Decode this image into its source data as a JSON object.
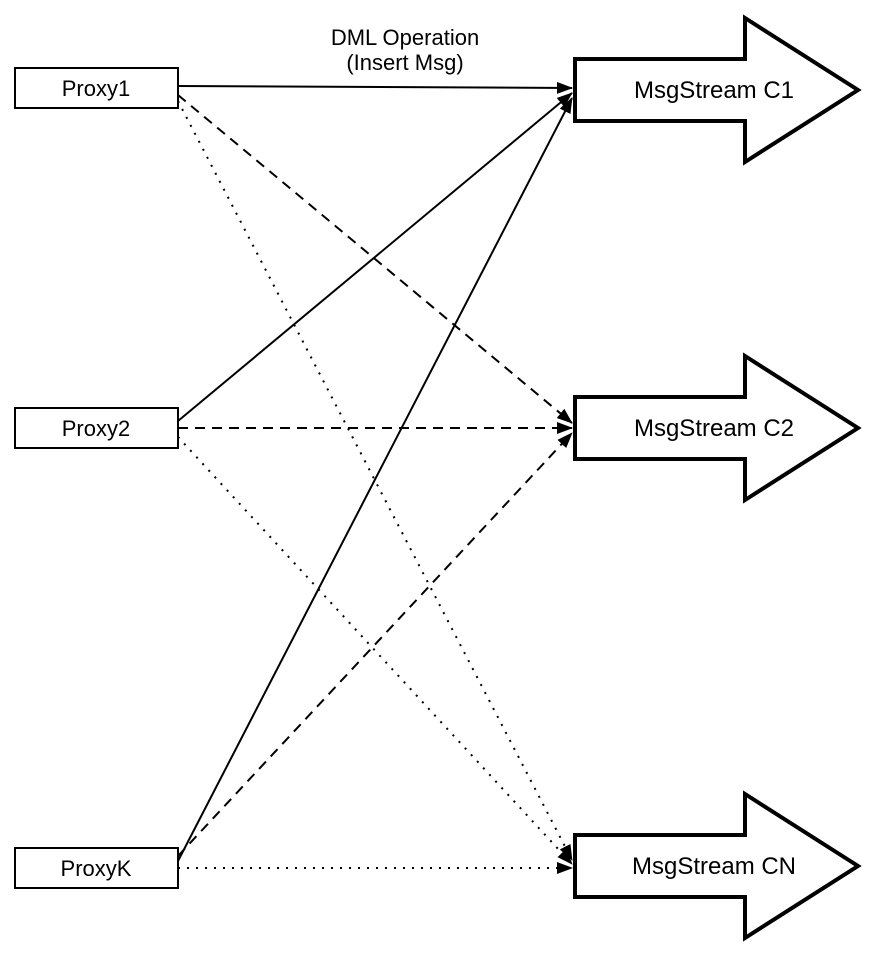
{
  "title": {
    "line1": "DML Operation",
    "line2": "(Insert Msg)"
  },
  "proxies": [
    {
      "label": "Proxy1"
    },
    {
      "label": "Proxy2"
    },
    {
      "label": "ProxyK"
    }
  ],
  "streams": [
    {
      "label": "MsgStream C1"
    },
    {
      "label": "MsgStream C2"
    },
    {
      "label": "MsgStream CN"
    }
  ],
  "connections": [
    {
      "from": "Proxy1",
      "to": "MsgStream C1",
      "style": "solid"
    },
    {
      "from": "Proxy1",
      "to": "MsgStream C2",
      "style": "dashed"
    },
    {
      "from": "Proxy1",
      "to": "MsgStream CN",
      "style": "dotted"
    },
    {
      "from": "Proxy2",
      "to": "MsgStream C1",
      "style": "solid"
    },
    {
      "from": "Proxy2",
      "to": "MsgStream C2",
      "style": "dashed"
    },
    {
      "from": "Proxy2",
      "to": "MsgStream CN",
      "style": "dotted"
    },
    {
      "from": "ProxyK",
      "to": "MsgStream C1",
      "style": "solid"
    },
    {
      "from": "ProxyK",
      "to": "MsgStream C2",
      "style": "dashed"
    },
    {
      "from": "ProxyK",
      "to": "MsgStream CN",
      "style": "dotted"
    }
  ],
  "colors": {
    "stroke": "#000000",
    "fill": "#ffffff",
    "background": "#ffffff"
  }
}
